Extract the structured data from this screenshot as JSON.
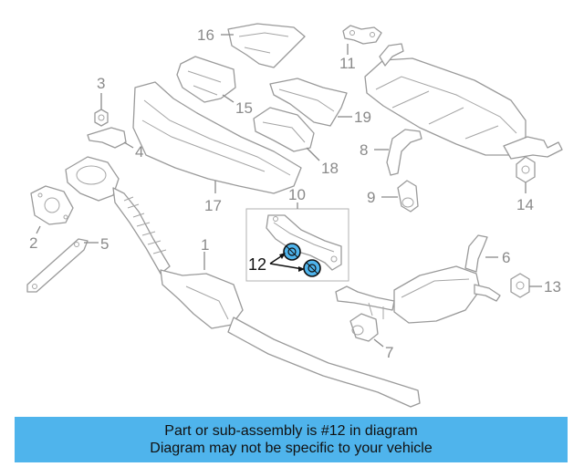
{
  "callouts": {
    "c1": "1",
    "c2": "2",
    "c3": "3",
    "c4": "4",
    "c5": "5",
    "c6": "6",
    "c7": "7",
    "c8": "8",
    "c9": "9",
    "c10": "10",
    "c11": "11",
    "c12": "12",
    "c13": "13",
    "c14": "14",
    "c15": "15",
    "c16": "16",
    "c17": "17",
    "c18": "18",
    "c19": "19"
  },
  "highlight": {
    "part": "12",
    "color": "#4fb4ec"
  },
  "banner": {
    "line1": "Part or sub-assembly is #12 in diagram",
    "line2": "Diagram may not be specific to your vehicle",
    "background": "#4fb4ec"
  }
}
